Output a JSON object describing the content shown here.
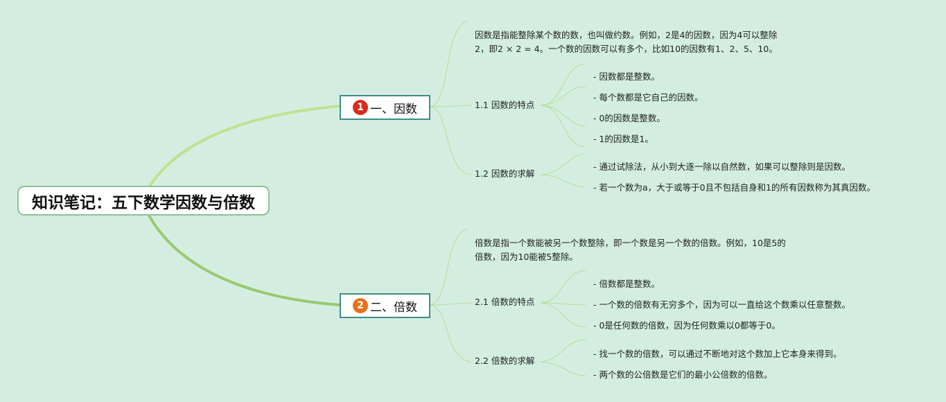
{
  "root": {
    "title": "知识笔记：五下数学因数与倍数"
  },
  "branches": [
    {
      "badge": "1",
      "label": "一、因数",
      "color": "#d92b1c",
      "definition": [
        "因数是指能整除某个数的数，也叫做约数。例如，2是4的因数，因为4可以整除",
        "2，即2 × 2 = 4。一个数的因数可以有多个，比如10的因数有1、2、5、10。"
      ],
      "sub": [
        {
          "label": "1.1 因数的特点",
          "items": [
            "- 因数都是整数。",
            "- 每个数都是它自己的因数。",
            "- 0的因数是整数。",
            "- 1的因数是1。"
          ]
        },
        {
          "label": "1.2 因数的求解",
          "items": [
            "- 通过试除法，从小到大逐一除以自然数，如果可以整除则是因数。",
            "- 若一个数为a，大于或等于0且不包括自身和1的所有因数称为其真因数。"
          ]
        }
      ]
    },
    {
      "badge": "2",
      "label": "二、倍数",
      "color": "#e8701a",
      "definition": [
        "倍数是指一个数能被另一个数整除，即一个数是另一个数的倍数。例如，10是5的",
        "倍数，因为10能被5整除。"
      ],
      "sub": [
        {
          "label": "2.1 倍数的特点",
          "items": [
            "- 倍数都是整数。",
            "- 一个数的倍数有无穷多个，因为可以一直给这个数乘以任意整数。",
            "- 0是任何数的倍数，因为任何数乘以0都等于0。"
          ]
        },
        {
          "label": "2.2 倍数的求解",
          "items": [
            "- 找一个数的倍数，可以通过不断地对这个数加上它本身来得到。",
            "- 两个数的公倍数是它们的最小公倍数的倍数。"
          ]
        }
      ]
    }
  ],
  "colors": {
    "background": "#d3eee0",
    "main_link": "#a6d47e",
    "leaf_link": "#b6dc95",
    "branch_border": "#3f8a8a",
    "root_border": "#8fbf98"
  }
}
